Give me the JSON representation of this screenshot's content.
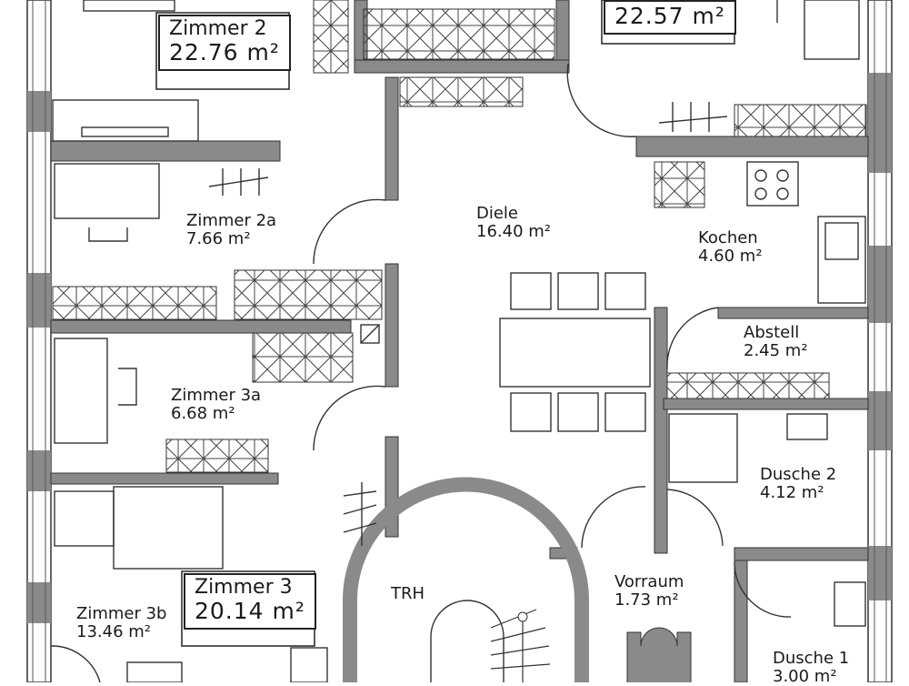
{
  "rooms": {
    "zimmer2": {
      "name": "Zimmer 2",
      "area": "22.76 m²"
    },
    "top_room": {
      "area": "22.57 m²"
    },
    "zimmer2a": {
      "name": "Zimmer 2a",
      "area": "7.66 m²"
    },
    "diele": {
      "name": "Diele",
      "area": "16.40 m²"
    },
    "kochen": {
      "name": "Kochen",
      "area": "4.60 m²"
    },
    "abstell": {
      "name": "Abstell",
      "area": "2.45 m²"
    },
    "zimmer3a": {
      "name": "Zimmer 3a",
      "area": "6.68 m²"
    },
    "dusche2": {
      "name": "Dusche 2",
      "area": "4.12 m²"
    },
    "trh": {
      "name": "TRH"
    },
    "vorraum": {
      "name": "Vorraum",
      "area": "1.73 m²"
    },
    "zimmer3": {
      "name": "Zimmer 3",
      "area": "20.14 m²"
    },
    "zimmer3b": {
      "name": "Zimmer 3b",
      "area": "13.46 m²"
    },
    "dusche1": {
      "name": "Dusche 1",
      "area": "3.00 m²"
    }
  },
  "colors": {
    "wall": "#8a8a8a",
    "line": "#2a2a2a",
    "background": "#ffffff"
  }
}
